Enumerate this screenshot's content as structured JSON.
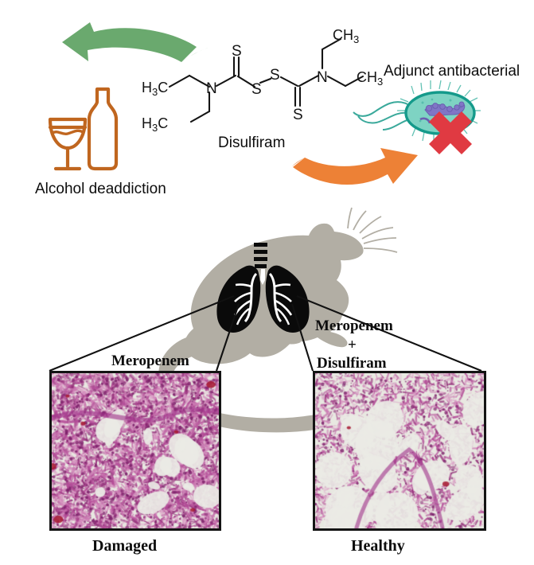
{
  "figure": {
    "type": "graphical-abstract",
    "top_panel": {
      "molecule": {
        "name_label": "Disulfiram",
        "atom_labels": [
          "H3C",
          "N",
          "S",
          "S",
          "S",
          "H3C",
          "S",
          "N",
          "CH3",
          "CH3"
        ],
        "left_methyls": [
          "H₃C",
          "H₃C"
        ],
        "right_methyls": [
          "CH₃",
          "CH₃"
        ],
        "nitrogen": "N",
        "sulfur": "S"
      },
      "left_use": {
        "label": "Alcohol deaddiction",
        "icon": "wine-glass-and-bottle-icon",
        "icon_color": "#c0661f",
        "arrow": {
          "name": "green-arrow-left",
          "color": "#6aa96e",
          "direction": "left"
        }
      },
      "right_use": {
        "label": "Adjunct antibacterial",
        "icon": "bacterium-icon",
        "body_color": "#7ed3c3",
        "outline_color": "#149a8b",
        "nucleoid_color": "#7b6fc0",
        "cross": {
          "name": "red-x-icon",
          "color": "#e03a42"
        },
        "arrow": {
          "name": "orange-arrow-right",
          "color": "#ed8136",
          "direction": "right"
        }
      }
    },
    "bottom_panel": {
      "animal": {
        "name": "rat-silhouette",
        "color": "#b2aea4"
      },
      "organ": {
        "name": "lungs-icon",
        "color": "#0a0a0a",
        "trachea": "segmented"
      },
      "treatments": [
        {
          "label": "Meropenem",
          "panel_caption": "Damaged",
          "side": "left"
        },
        {
          "label_line1": "Meropenem",
          "label_plus": "+",
          "label_line2": "Disulfiram",
          "panel_caption": "Healthy",
          "side": "right"
        }
      ],
      "histology_panels": [
        {
          "name": "histology-damaged",
          "caption": "Damaged",
          "header": "Meropenem",
          "stain": "H&E",
          "density": "high"
        },
        {
          "name": "histology-healthy",
          "caption": "Healthy",
          "header": "Meropenem + Disulfiram",
          "stain": "H&E",
          "density": "low"
        }
      ]
    },
    "colors": {
      "green_arrow": "#6aa96e",
      "orange_arrow": "#ed8136",
      "alcohol_icon": "#c0661f",
      "bacteria_teal": "#7ed3c3",
      "red_cross": "#e03a42",
      "rat_gray": "#b2aea4",
      "lung_black": "#0a0a0a",
      "text": "#0d0d0d"
    }
  }
}
